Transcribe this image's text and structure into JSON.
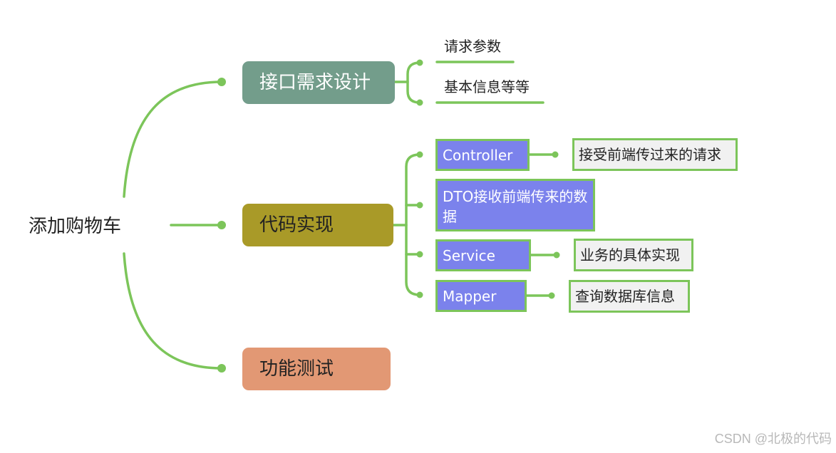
{
  "root": {
    "label": "添加购物车"
  },
  "branches": [
    {
      "label": "接口需求设计",
      "children": [
        {
          "label": "请求参数"
        },
        {
          "label": "基本信息等等"
        }
      ]
    },
    {
      "label": "代码实现",
      "children": [
        {
          "label": "Controller",
          "note": "接受前端传过来的请求"
        },
        {
          "label": "DTO接收前端传来的数据"
        },
        {
          "label": "Service",
          "note": "业务的具体实现"
        },
        {
          "label": "Mapper",
          "note": "查询数据库信息"
        }
      ]
    },
    {
      "label": "功能测试"
    }
  ],
  "colors": {
    "connector": "#7cc55a",
    "interface_node": "#739d8b",
    "code_node": "#a99a28",
    "test_node": "#e29874",
    "layer_node": "#7b82ec",
    "note_node": "#f1f1f1"
  },
  "watermark": "CSDN @北极的代码"
}
